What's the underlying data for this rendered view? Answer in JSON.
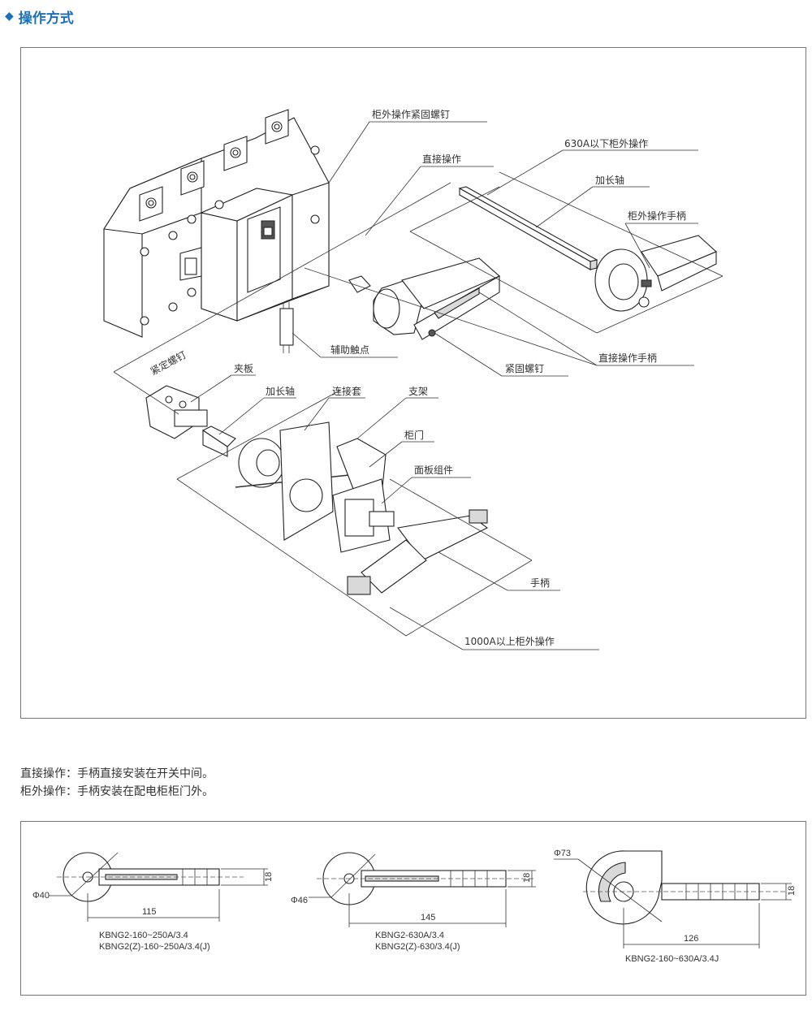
{
  "header": {
    "bullet_icon": "diamond-icon",
    "title": "操作方式",
    "color": "#1f6fb5"
  },
  "diagram": {
    "callouts": {
      "outside_fastening_screw": "柜外操作紧固螺钉",
      "outside_below_630": "630A以下柜外操作",
      "direct_operation": "直接操作",
      "extension_shaft_top": "加长轴",
      "outside_handle": "柜外操作手柄",
      "auxiliary_contact": "辅助触点",
      "fastening_screw": "紧固螺钉",
      "direct_handle": "直接操作手柄",
      "set_screw": "紧定螺钉",
      "clamp_plate": "夹板",
      "extension_shaft_bottom": "加长轴",
      "connecting_sleeve": "连接套",
      "bracket": "支架",
      "cabinet_door": "柜门",
      "panel_assembly": "面板组件",
      "handle": "手柄",
      "outside_above_1000": "1000A以上柜外操作"
    }
  },
  "notes": {
    "line1": "直接操作：手柄直接安装在开关中间。",
    "line2": "柜外操作：手柄安装在配电柜柜门外。"
  },
  "dimensions": {
    "d1": {
      "phi": "Φ40",
      "width": "18",
      "length": "115",
      "model1": "KBNG2-160~250A/3.4",
      "model2": "KBNG2(Z)-160~250A/3.4(J)"
    },
    "d2": {
      "phi": "Φ46",
      "width": "18",
      "length": "145",
      "model1": "KBNG2-630A/3.4",
      "model2": "KBNG2(Z)-630/3.4(J)"
    },
    "d3": {
      "phi": "Φ73",
      "width": "18",
      "length": "126",
      "model1": "KBNG2-160~630A/3.4J"
    }
  }
}
